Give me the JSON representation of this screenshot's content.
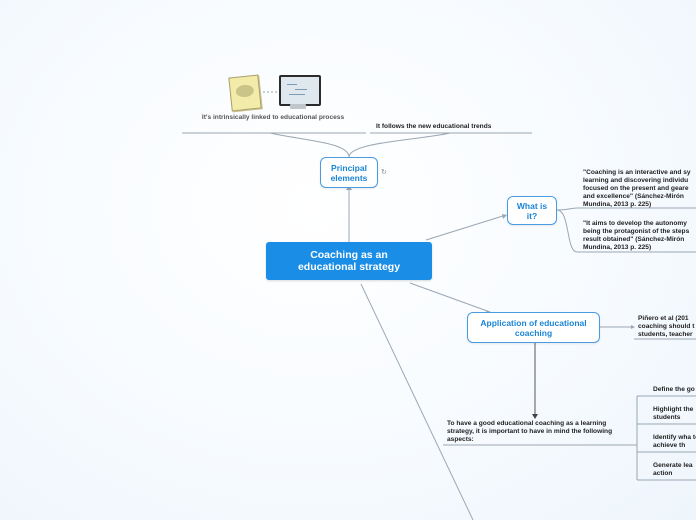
{
  "root": {
    "label": "Coaching as an educational strategy"
  },
  "principal": {
    "label": "Principal elements",
    "children": [
      "It's intrinsically linked to educational process",
      "It follows the new educational trends"
    ]
  },
  "what_is_it": {
    "label": "What is it?",
    "children": [
      "\"Coaching is an interactive and sy learning and discovering individu focused on the present and geare and excellence\" (Sánchez-Mirón Mundina, 2013 p. 225)",
      "\"It aims to develop the autonomy being the protagonist of the steps result obtained\" (Sánchez-Mirón Mundina, 2013 p. 225)"
    ]
  },
  "application": {
    "label": "Application of educational coaching",
    "children": [
      "Piñero et al (201 coaching should t students, teacher"
    ]
  },
  "aspects": {
    "label": "To have a good educational coaching as a learning strategy, it is important to have in mind the following aspects:",
    "children": [
      "Define the go",
      "Highlight the students",
      "Identify wha to achieve th",
      "Generate lea action"
    ]
  },
  "colors": {
    "root": "#1a8de6",
    "node_border": "#4a9be0",
    "connector": "#9aa7b3"
  },
  "icons": [
    "book-illustration-icon",
    "computer-monitor-icon",
    "refresh-icon"
  ]
}
